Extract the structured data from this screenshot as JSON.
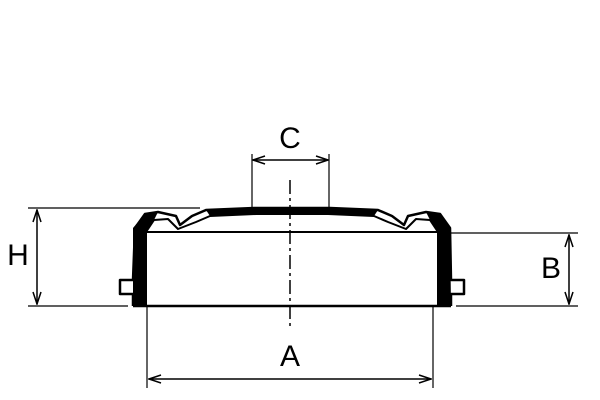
{
  "diagram": {
    "labels": {
      "c": "C",
      "h": "H",
      "b": "B",
      "a": "A"
    },
    "colors": {
      "line": "#000000",
      "background": "#ffffff"
    }
  }
}
